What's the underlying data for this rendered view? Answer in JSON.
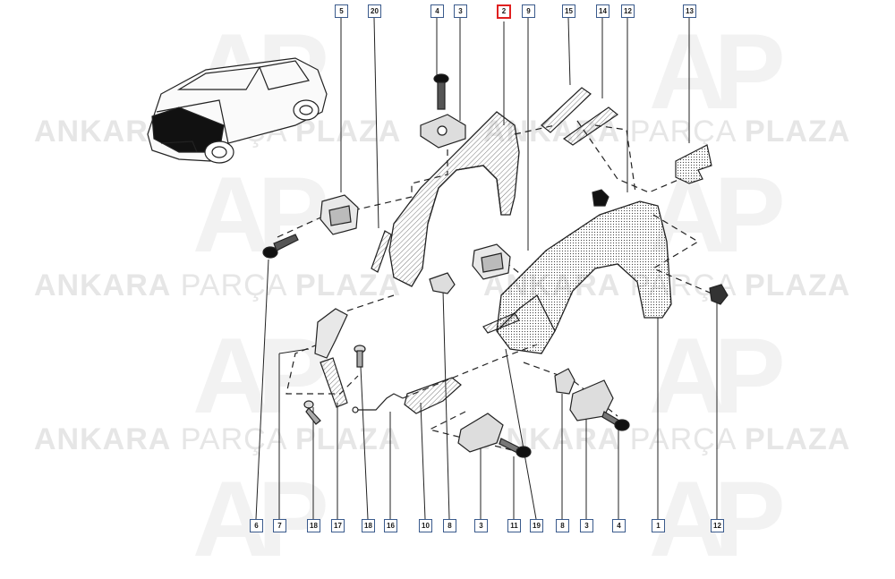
{
  "watermark": {
    "logo_text": "AP",
    "word1": "ANKARA",
    "word2": "PARÇA",
    "word3": "PLAZA"
  },
  "callouts_top": [
    "5",
    "20",
    "4",
    "3",
    "2",
    "9",
    "15",
    "14",
    "12",
    "13"
  ],
  "callouts_bottom": [
    "6",
    "7",
    "18",
    "17",
    "18",
    "16",
    "10",
    "8",
    "3",
    "11",
    "19",
    "8",
    "3",
    "4",
    "1",
    "12"
  ],
  "highlighted_callout": "2",
  "colors": {
    "callout_border": "#3a5a8c",
    "highlight": "#e02020",
    "line": "#222222",
    "watermark": "#e6e6e6"
  }
}
